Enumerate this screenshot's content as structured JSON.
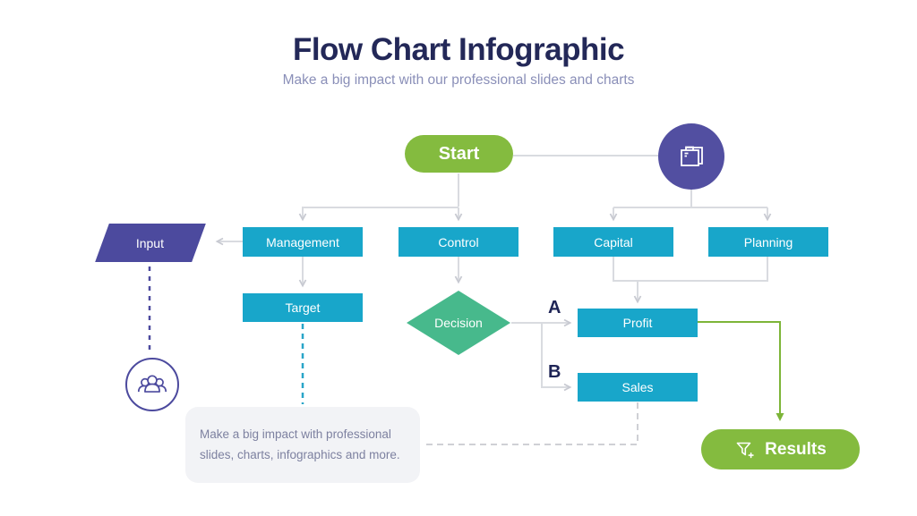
{
  "header": {
    "title": "Flow Chart Infographic",
    "subtitle": "Make a big impact with our professional slides and charts"
  },
  "nodes": {
    "start": "Start",
    "input": "Input",
    "management": "Management",
    "control": "Control",
    "capital": "Capital",
    "planning": "Planning",
    "target": "Target",
    "decision": "Decision",
    "profit": "Profit",
    "sales": "Sales",
    "results": "Results"
  },
  "branch_labels": {
    "a": "A",
    "b": "B"
  },
  "note": {
    "text": "Make a big impact with professional slides, charts, infographics and more."
  },
  "icons": {
    "briefcase": "briefcase-icon",
    "people": "people-group-icon",
    "funnel": "funnel-plus-icon"
  },
  "colors": {
    "title_navy": "#232858",
    "subtitle_gray": "#8a8fb8",
    "teal": "#18a6ca",
    "green": "#84bb3f",
    "mint": "#47b98c",
    "indigo": "#4c4a9e",
    "connector_gray": "#d9dbe0",
    "note_bg": "#f2f3f6",
    "note_text": "#7d81a0"
  }
}
